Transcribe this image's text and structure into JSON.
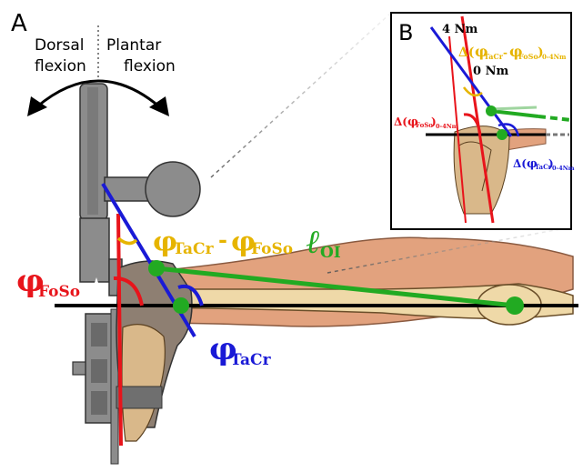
{
  "panels": {
    "a": {
      "letter": "A"
    },
    "b": {
      "letter": "B"
    }
  },
  "labels": {
    "dorsal_line1": "Dorsal",
    "dorsal_line2": "flexion",
    "plantar_line1": "Plantar",
    "plantar_line2": "flexion",
    "phi": "φ",
    "foso_sub": "FoSo",
    "tacr_sub": "TaCr",
    "diff_sub_tacr": "TaCr",
    "diff_minus": "-",
    "diff_sub_foso": "FoSo",
    "loi_symbol": "ℓ",
    "loi_sub": "OI"
  },
  "inset": {
    "torque_high": "4 Nm",
    "torque_zero": "0 Nm",
    "delta_diff_prefix": "Δ(",
    "delta_diff_inner_tacr": "TaCr",
    "delta_diff_inner_foso": "FoSo",
    "delta_diff_suffix": ")",
    "delta_diff_range": "0-4Nm",
    "delta_foso_prefix": "Δ(",
    "delta_foso_sub": "FoSo",
    "delta_foso_suffix": ")",
    "delta_foso_range": "0-4Nm",
    "delta_tacr_prefix": "Δ(",
    "delta_tacr_sub": "TaCr",
    "delta_tacr_suffix": ")",
    "delta_tacr_range": "0-4Nm"
  },
  "colors": {
    "foso": "#e8141b",
    "tacr": "#1a1ad6",
    "diff": "#e6b400",
    "loi": "#22aa22",
    "device": "#8c8c8c",
    "device_dark": "#6a6a6a",
    "muscle": "#e2a27e",
    "bone": "#efd9a8",
    "axis": "#000000"
  },
  "icons": {
    "curved_arrows": "double-curved-arrow-icon",
    "star": "star-icon"
  }
}
